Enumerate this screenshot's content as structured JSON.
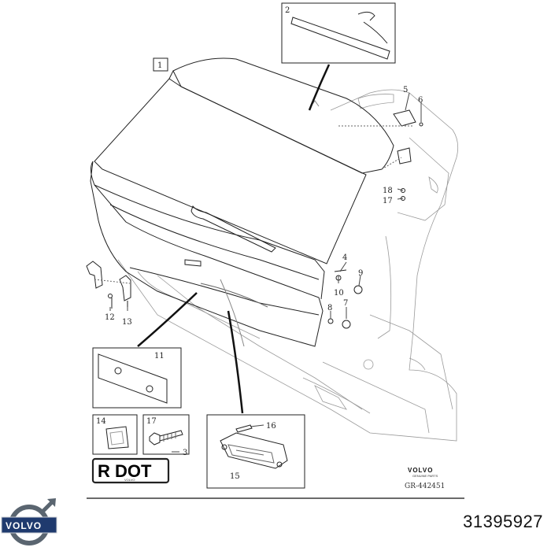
{
  "callouts": {
    "c1": "1",
    "c2": "2",
    "c3": "3",
    "c4": "4",
    "c5": "5",
    "c6": "6",
    "c7": "7",
    "c8": "8",
    "c9": "9",
    "c10": "10",
    "c11": "11",
    "c12": "12",
    "c13": "13",
    "c14": "14",
    "c15": "15",
    "c16": "16",
    "c17": "17",
    "c18": "18",
    "c17b": "17"
  },
  "label_plate_text": "R DOT",
  "label_plate_subtext": "VOLVO",
  "diagram_brand": "VOLVO",
  "diagram_brand_sub": "GENUINE PARTS",
  "diagram_ref": "GR-442451",
  "logo_text": "VOLVO",
  "part_number": "31395927",
  "colors": {
    "logo_ring": "#5a6570",
    "logo_band": "#1f3a6e",
    "line": "#222222"
  },
  "icons": [
    "volvo-logo-icon"
  ]
}
